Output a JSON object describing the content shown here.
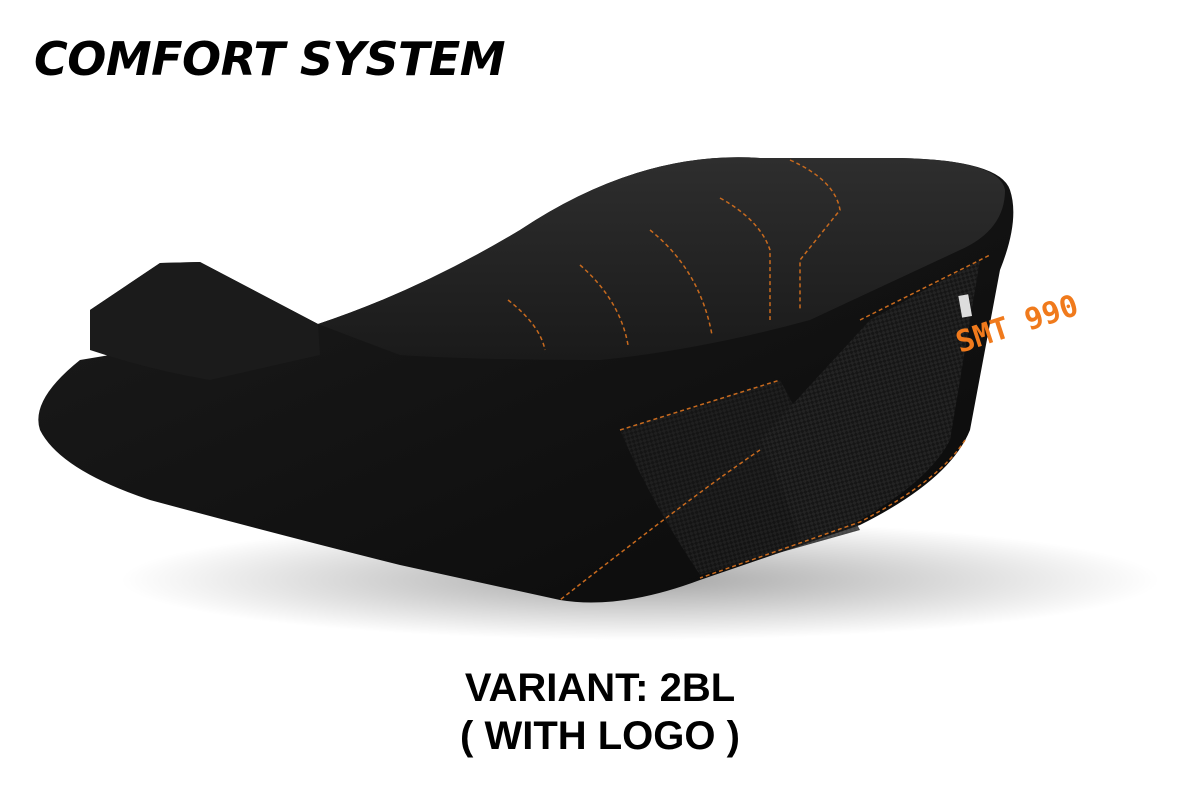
{
  "header": {
    "title": "COMFORT SYSTEM"
  },
  "product": {
    "seat_logo_text": "SMT 990",
    "colors": {
      "seat": "#141414",
      "stitching": "#c86a1e",
      "logo": "#f07a1c"
    }
  },
  "footer": {
    "variant_line": "VARIANT: 2BL",
    "logo_line": "( WITH LOGO )"
  }
}
